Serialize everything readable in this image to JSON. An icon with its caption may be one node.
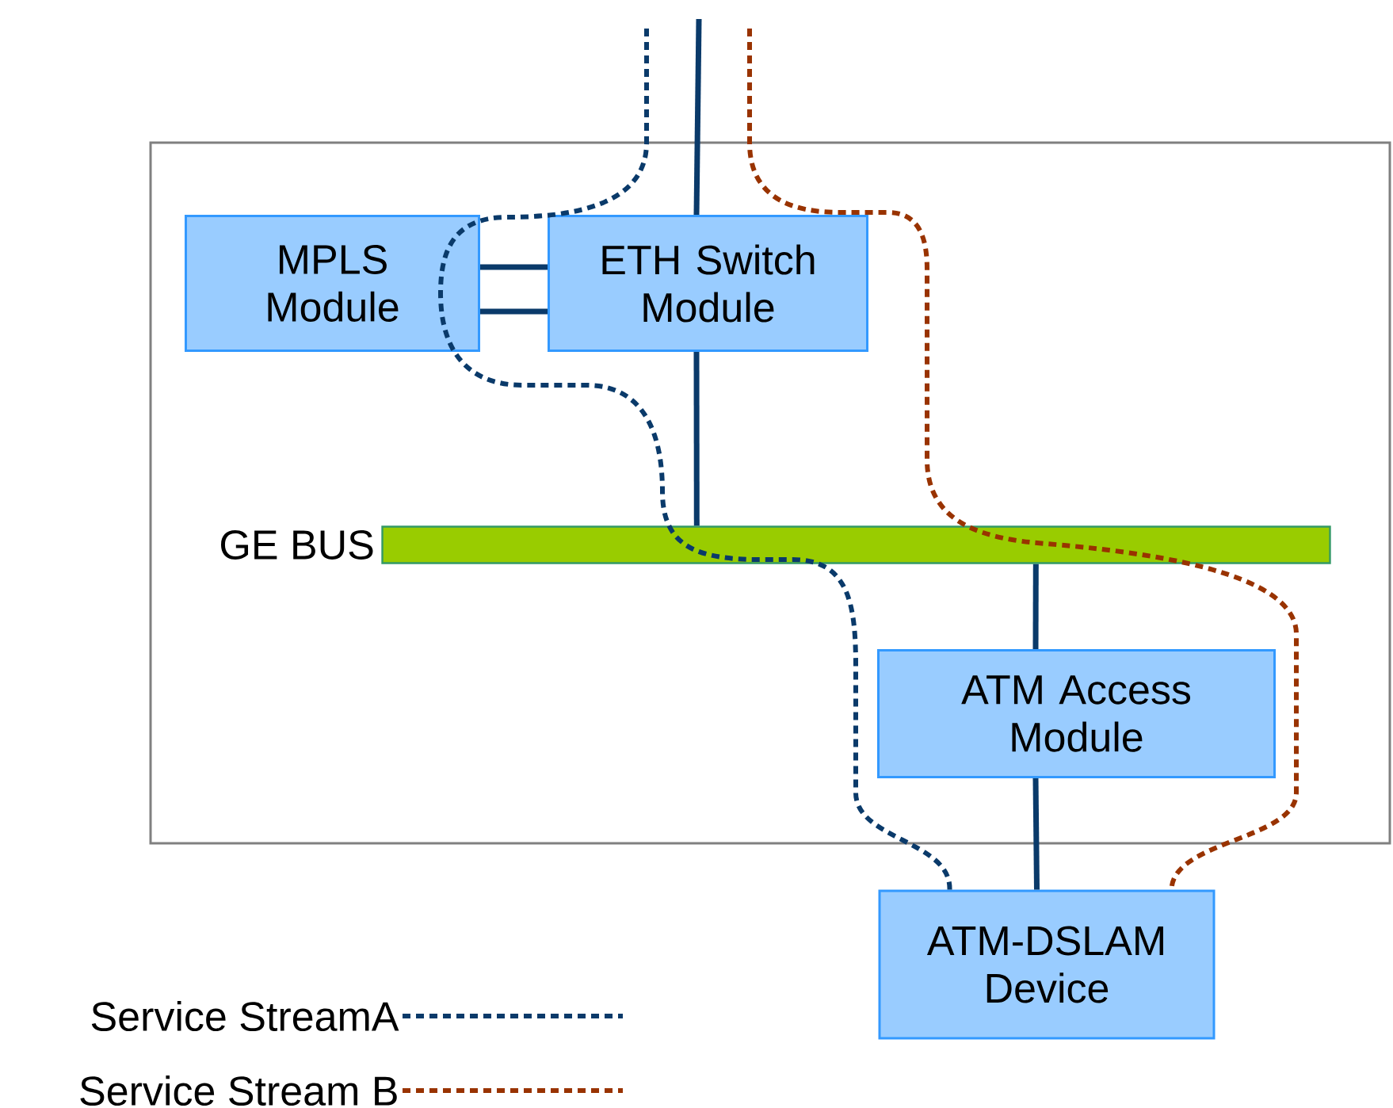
{
  "diagram": {
    "nodes": [
      {
        "text": [],
        "shape": "box"
      },
      {
        "text": [
          "MPLS Module"
        ],
        "in": 0
      },
      {
        "text": [
          "ETH Switch Module"
        ],
        "in": 0
      },
      {
        "text": [
          "GE BUS"
        ],
        "in": 0
      },
      {
        "text": [
          "ATM Access Module"
        ],
        "in": 0
      },
      {
        "text": [
          "ATM-DSLAM Device"
        ]
      }
    ],
    "edges": [
      {
        "from": 1,
        "to": 2,
        "arrow": "none"
      },
      {
        "from": 1,
        "to": 2,
        "arrow": "none"
      },
      {
        "from": null,
        "to": 2,
        "arrow": "none"
      },
      {
        "from": 2,
        "to": 3,
        "arrow": "none"
      },
      {
        "from": 3,
        "to": 4,
        "arrow": "none"
      },
      {
        "from": 4,
        "to": 5,
        "arrow": "none"
      },
      {
        "from": null,
        "to": 5,
        "arrow": "none",
        "style": "dashed"
      },
      {
        "from": null,
        "to": 5,
        "arrow": "none",
        "style": "dashed",
        "color": "#993300"
      }
    ],
    "legend": [
      {
        "text": "Service StreamA"
      },
      {
        "text": "Service Stream B"
      }
    ]
  }
}
